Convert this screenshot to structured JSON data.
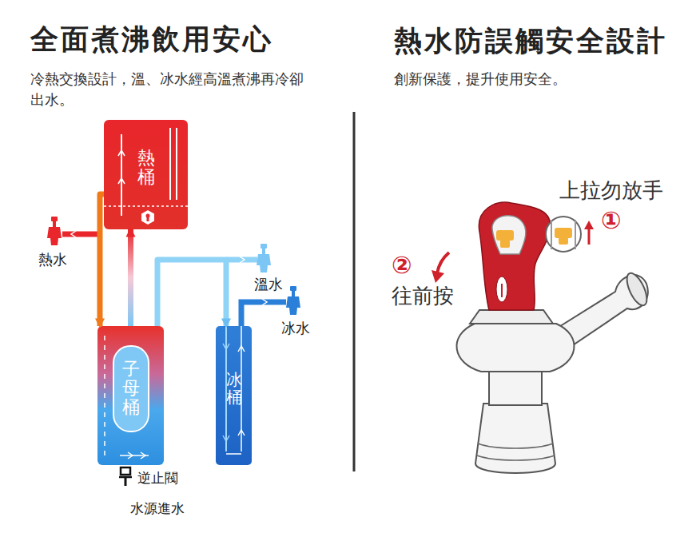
{
  "diagram": {
    "title": "全面煮沸飲用安心",
    "nodes": [
      {
        "text": [
          "熱桶"
        ]
      },
      {
        "text": [
          "子母桶"
        ]
      },
      {
        "text": [
          "冰桶"
        ]
      }
    ],
    "edges": [
      {
        "from": 0,
        "to": 1,
        "arrow": "to"
      },
      {
        "from": 1,
        "to": 0,
        "arrow": "to"
      },
      {
        "from": 1,
        "to": 2,
        "arrow": "to"
      }
    ],
    "labels": [
      "冷熱交換設計，溫、冰水經高溫煮沸再冷卻出水。",
      "熱水防誤觸安全設計",
      "創新保護，提升使用安全。",
      "熱水",
      "溫水",
      "冰水",
      "逆止閥",
      "水源進水",
      "上拉勿放手",
      "①",
      "②",
      "往前按"
    ]
  }
}
